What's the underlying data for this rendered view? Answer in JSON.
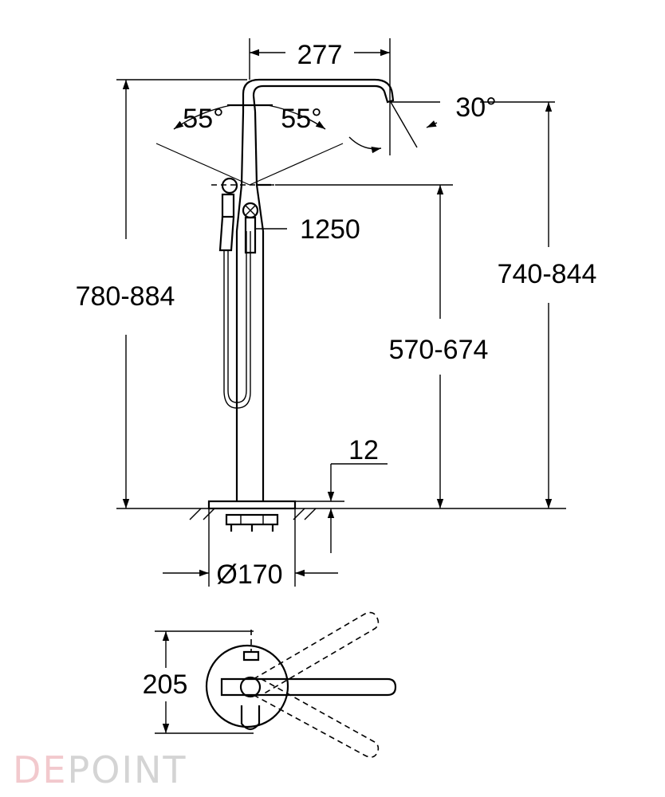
{
  "dimensions": {
    "spout_reach": "277",
    "angle_left": "55°",
    "angle_right": "55°",
    "spout_angle": "30°",
    "hose_length": "1250",
    "total_height": "780-884",
    "spout_height": "740-844",
    "handle_height": "570-674",
    "base_thickness": "12",
    "base_diameter": "Ø170",
    "plan_depth": "205"
  },
  "watermark": {
    "text_main": "DEPOINT",
    "color_pink": "#f2c9cd",
    "color_grey": "#d4d4d4"
  },
  "colors": {
    "line": "#000000",
    "background": "#ffffff"
  }
}
